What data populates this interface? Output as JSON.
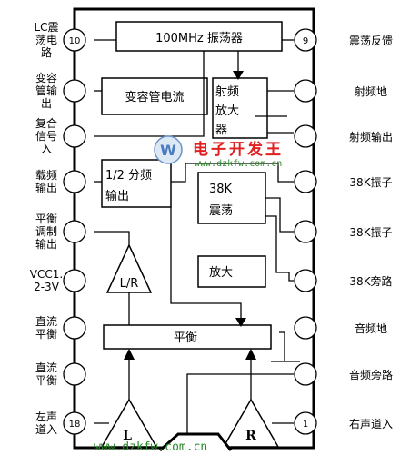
{
  "left_pins": [
    {
      "lines": [
        "LC震",
        "荡电",
        "路"
      ],
      "number": "10"
    },
    {
      "lines": [
        "变容",
        "管输",
        "出"
      ],
      "number": ""
    },
    {
      "lines": [
        "复合",
        "信号",
        "入"
      ],
      "number": ""
    },
    {
      "lines": [
        "载频",
        "输出"
      ],
      "number": ""
    },
    {
      "lines": [
        "平衡",
        "调制",
        "输出"
      ],
      "number": ""
    },
    {
      "lines": [
        "VCC1.",
        "2-3V"
      ],
      "number": ""
    },
    {
      "lines": [
        "直流",
        "平衡"
      ],
      "number": ""
    },
    {
      "lines": [
        "直流",
        "平衡"
      ],
      "number": ""
    },
    {
      "lines": [
        "左声",
        "道入"
      ],
      "number": "18"
    }
  ],
  "right_pins": [
    {
      "label": "震荡反馈",
      "number": "9"
    },
    {
      "label": "射频地",
      "number": ""
    },
    {
      "label": "射频输出",
      "number": ""
    },
    {
      "label": "38K振子",
      "number": ""
    },
    {
      "label": "38K振子",
      "number": ""
    },
    {
      "label": "38K旁路",
      "number": ""
    },
    {
      "label": "音频地",
      "number": ""
    },
    {
      "label": "音频旁路",
      "number": ""
    },
    {
      "label": "右声道入",
      "number": "1"
    }
  ],
  "blocks": {
    "osc_100mhz": "100MHz 振荡器",
    "varactor": "变容管电流",
    "rf_amp": [
      "射频",
      "放大",
      "器"
    ],
    "half_div": [
      "1/2 分频",
      "输出"
    ],
    "osc_38k": [
      "38K",
      "震荡"
    ],
    "amp": "放大",
    "lr": "L/R",
    "balance": "平衡",
    "tri_l": "L",
    "tri_r": "R"
  },
  "watermark": {
    "text": "电子开发王",
    "url_small": "www.dzkfw.com.cn",
    "url_bottom": "www.dzkfw.com.cn"
  }
}
